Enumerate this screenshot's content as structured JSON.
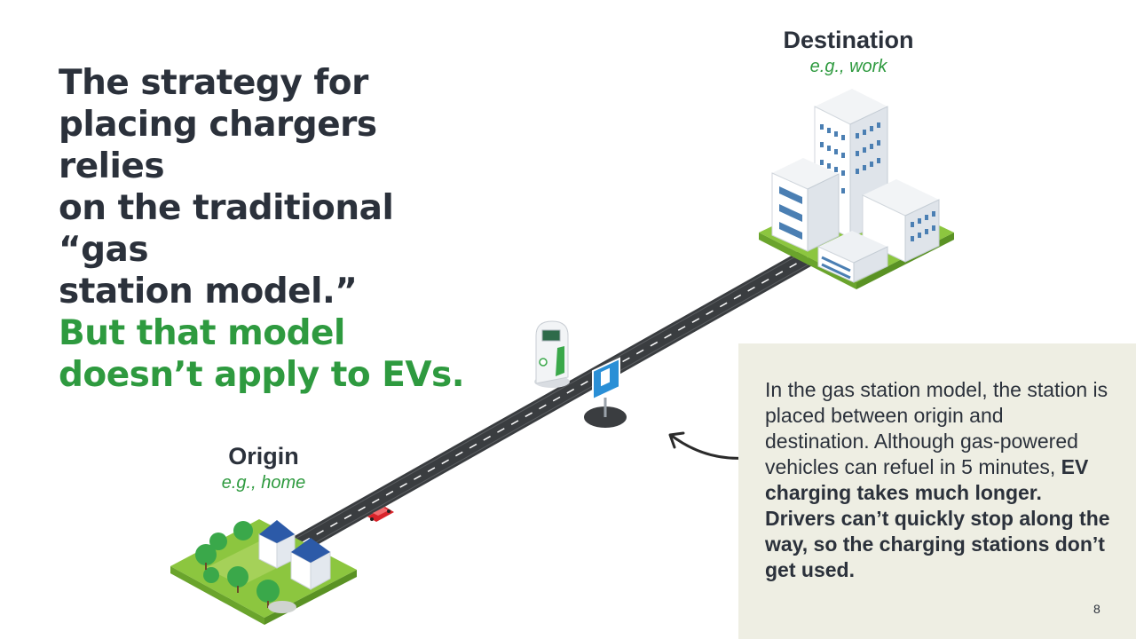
{
  "headline": {
    "line1": "The strategy for",
    "line2": "placing chargers relies",
    "line3": "on the traditional “gas",
    "line4": "station model.”",
    "line5": "But that model",
    "line6": "doesn’t apply to EVs."
  },
  "destination": {
    "title": "Destination",
    "subtitle": "e.g., work"
  },
  "origin": {
    "title": "Origin",
    "subtitle": "e.g., home"
  },
  "callout": {
    "text_plain": "In the gas station model, the station is placed between origin and destination. Although gas-powered vehicles can refuel in 5 minutes, ",
    "text_bold": "EV charging takes much longer. Drivers can’t quickly stop along the way, so the charging stations don’t get used."
  },
  "page_number": "8",
  "colors": {
    "accent_green": "#2e9a3f",
    "text_dark": "#2b313b",
    "callout_bg": "#eeeee3",
    "road": "#3a3d40",
    "sign_blue": "#2a8fd6"
  },
  "icons": [
    "building-cluster-icon",
    "charger-icon",
    "gas-sign-icon",
    "car-icon",
    "houses-icon",
    "arrow-icon"
  ]
}
